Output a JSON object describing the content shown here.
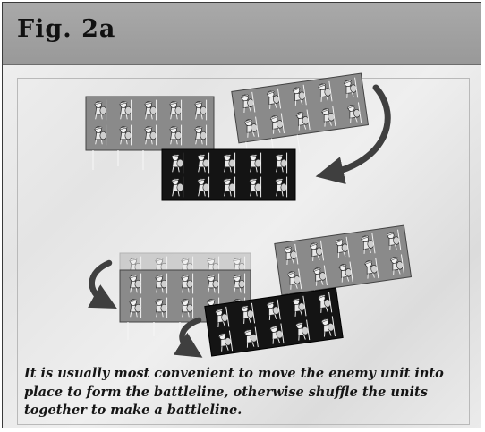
{
  "figure": {
    "label": "Fig. 2a",
    "caption": "It is usually most convenient to move the enemy unit into place to form the battleline, otherwise shuffle the units together to make a battleline."
  },
  "colors": {
    "header": "#9c9c9c",
    "friendly_unit": "#8a8a8a",
    "ghost_unit": "#b6b6b6",
    "enemy_unit": "#141414",
    "arrow": "#3f3f3f"
  },
  "diagram": {
    "scenes": [
      {
        "name": "move enemy unit into place",
        "units": [
          {
            "side": "friendly",
            "ranks": 2,
            "files": 5
          },
          {
            "side": "friendly",
            "ranks": 2,
            "files": 5
          },
          {
            "side": "enemy",
            "ranks": 2,
            "files": 5
          }
        ],
        "arrows": [
          {
            "icon": "curved-arrow-icon",
            "direction": "clockwise-down-left"
          }
        ]
      },
      {
        "name": "shuffle units together",
        "units": [
          {
            "side": "friendly-previous-position",
            "ranks": 2,
            "files": 5
          },
          {
            "side": "friendly",
            "ranks": 2,
            "files": 5
          },
          {
            "side": "friendly",
            "ranks": 2,
            "files": 5
          },
          {
            "side": "enemy",
            "ranks": 2,
            "files": 5
          }
        ],
        "arrows": [
          {
            "icon": "curved-arrow-icon",
            "direction": "counter-clockwise-down"
          },
          {
            "icon": "curved-arrow-icon",
            "direction": "counter-clockwise-down"
          }
        ]
      }
    ]
  }
}
